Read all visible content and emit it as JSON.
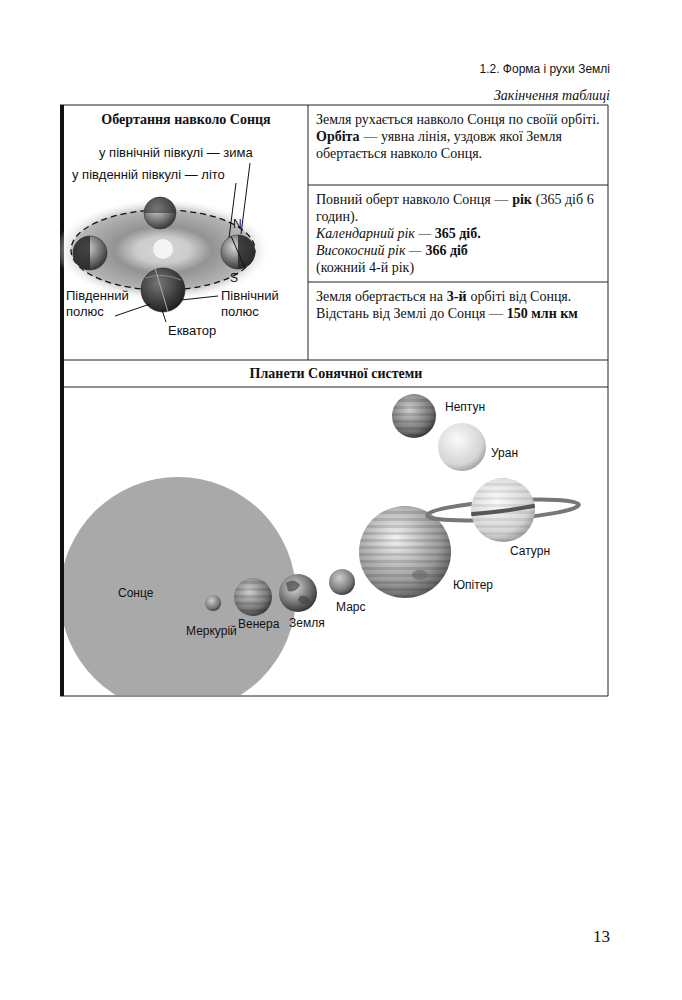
{
  "diagram": {
    "nodes": [
      {
        "text": [
          "Обертання навколо Сонця"
        ]
      },
      {
        "text": [
          "Земля рухається навколо Сонця по своїй орбіті.",
          "Орбіта",
          "— уявна лінія, уздовж якої Земля обертається навколо Сонця."
        ]
      },
      {
        "text": [
          "Повний оберт навколо Сонця —",
          "рік",
          "(365 діб 6 годин).",
          "Календарний рік —",
          "365 діб.",
          "Високосний рік —",
          "366 діб",
          "(кожний 4-й рік)"
        ]
      },
      {
        "text": [
          "Земля обертається на",
          "3-й",
          "орбіті від Сонця.",
          "Відстань від Землі до Сонця —",
          "150 млн км"
        ]
      },
      {
        "text": [
          "Планети Сонячної системи"
        ]
      }
    ],
    "labels": [
      "1.2. Форма і рухи Землі",
      "Закінчення таблиці",
      "у північній півкулі — зима",
      "у південній півкулі — літо",
      "N",
      "S",
      "Південний полюс",
      "Північний полюс",
      "Екватор",
      "Нептун",
      "Уран",
      "Сатурн",
      "Сонце",
      "Юпітер",
      "Марс",
      "Меркурій",
      "Венера",
      "Земля",
      "13"
    ]
  }
}
